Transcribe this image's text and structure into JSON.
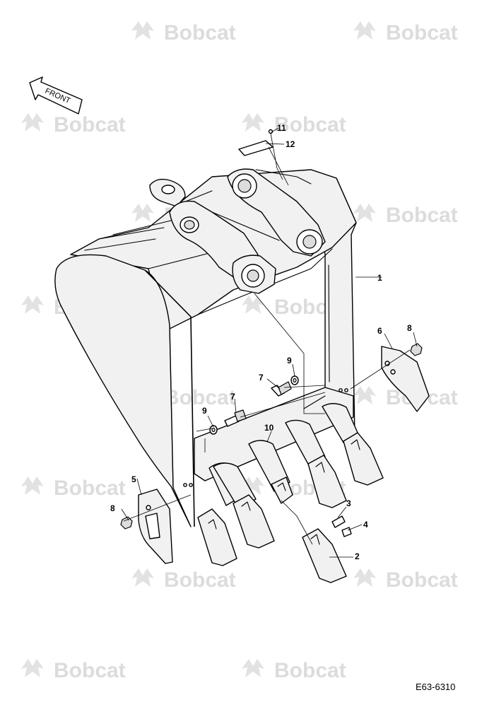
{
  "watermark": {
    "text": "Bobcat"
  },
  "direction_label": "FRONT",
  "figure_code": "E63-6310",
  "callouts": {
    "c1": "1",
    "c2": "2",
    "c3": "3",
    "c4": "4",
    "c5": "5",
    "c6": "6",
    "c7a": "7",
    "c7b": "7",
    "c8a": "8",
    "c8b": "8",
    "c9a": "9",
    "c9b": "9",
    "c10": "10",
    "c11": "11",
    "c12": "12"
  },
  "colors": {
    "line": "#000000",
    "watermark": "#dcdcdc",
    "part_fill": "#f1f1f1"
  }
}
